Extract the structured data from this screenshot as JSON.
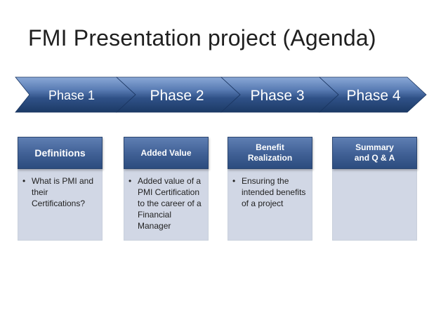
{
  "title": "FMI Presentation project (Agenda)",
  "colors": {
    "chevron_dark": "#1c3a66",
    "chevron_light": "#7f9fd0",
    "card_header": "#3f5f94",
    "card_body": "#d1d7e5"
  },
  "phases": [
    {
      "label": "Phase 1",
      "card_title": "Definitions",
      "bullets": [
        "What is PMI and their Certifications?"
      ]
    },
    {
      "label": "Phase 2",
      "card_title": "Added Value",
      "bullets": [
        "Added value of a PMI Certification to the career of a Financial Manager"
      ]
    },
    {
      "label": "Phase 3",
      "card_title": "Benefit Realization",
      "bullets": [
        "Ensuring the intended benefits of a project"
      ]
    },
    {
      "label": "Phase 4",
      "card_title": "Summary and Q & A",
      "bullets": []
    }
  ]
}
